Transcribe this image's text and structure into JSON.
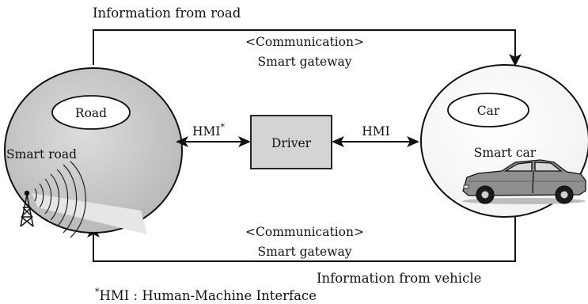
{
  "labels": {
    "info_from_road": "Information from road",
    "info_from_vehicle": "Information from vehicle",
    "comm_top": "<Communication>",
    "gateway_top": "Smart gateway",
    "comm_bottom": "<Communication>",
    "gateway_bottom": "Smart gateway",
    "road": "Road",
    "smart_road": "Smart road",
    "car": "Car",
    "smart_car": "Smart car",
    "driver": "Driver",
    "hmi_left": "HMI",
    "hmi_left_mark": "*",
    "hmi_right": "HMI",
    "footnote_mark": "*",
    "footnote": "HMI : Human-Machine Interface"
  },
  "colors": {
    "road_fill": "#c4c4c4",
    "driver_fill": "#d4d4d4",
    "line": "#111111",
    "car_body": "#8f8f8f",
    "signal_beam": "#e6e6e6"
  },
  "icons": {
    "tower": "radio-tower-icon",
    "car": "sedan-car-icon"
  }
}
